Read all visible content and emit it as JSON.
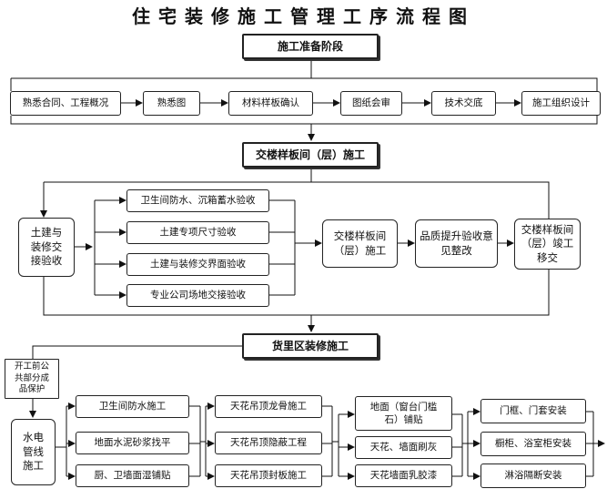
{
  "title": "住宅装修施工管理工序流程图",
  "stages": {
    "s1": "施工准备阶段",
    "s2": "交楼样板间（层）施工",
    "s3": "货里区装修施工"
  },
  "prep_steps": [
    "熟悉合同、工程概况",
    "熟悉图",
    "材料样板确认",
    "图纸会审",
    "技术交底",
    "施工组织设计"
  ],
  "sample": {
    "left": "土建与装修交接验收",
    "checks": [
      "卫生间防水、沉箱蓄水验收",
      "土建专项尺寸验收",
      "土建与装修交界面验收",
      "专业公司场地交接验收"
    ],
    "flow": [
      "交楼样板间（层）施工",
      "品质提升验收意见整改",
      "交楼样板间（层）竣工移交"
    ]
  },
  "cargo": {
    "note": "开工前公共部分成品保护",
    "water": "水电管线施工",
    "col1": [
      "卫生间防水施工",
      "地面水泥砂浆找平",
      "厨、卫墙面湿铺贴"
    ],
    "col2": [
      "天花吊顶龙骨施工",
      "天花吊顶隐蔽工程",
      "天花吊顶封板施工"
    ],
    "col3": [
      "地面（窗台门槛石）铺贴",
      "天花、墙面刷灰",
      "天花墙面乳胶漆"
    ],
    "col4": [
      "门框、门套安装",
      "橱柜、浴室柜安装",
      "淋浴隔断安装"
    ]
  }
}
